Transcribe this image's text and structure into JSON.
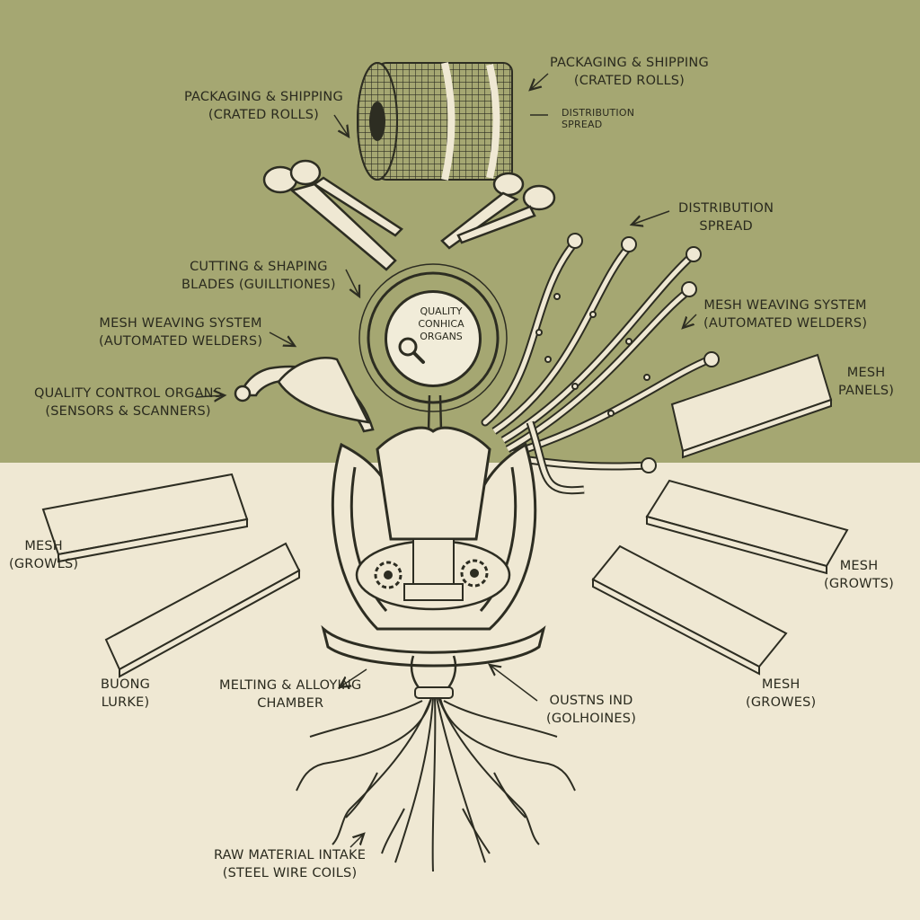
{
  "colors": {
    "top_background": "#a5a772",
    "bottom_background": "#efe8d3",
    "ink": "#2d2d22",
    "paper": "#f1ecd9"
  },
  "labels": {
    "pack_top_right": [
      "PACKAGING & SHIPPING",
      "(CRATED ROLLS)"
    ],
    "pack_left": [
      "PACKAGING & SHIPPING",
      "(CRATED ROLLS)"
    ],
    "distribution_small": [
      "DISTRIBUTION",
      "SPREAD"
    ],
    "distribution": [
      "DISTRIBUTION",
      "SPREAD"
    ],
    "cutting": [
      "CUTTING & SHAPING",
      "BLADES (GUILLTIONES)"
    ],
    "weaving_left": [
      "MESH WEAVING SYSTEM",
      "(AUTOMATED WELDERS)"
    ],
    "weaving_right": [
      "MESH WEAVING SYSTEM",
      "(AUTOMATED WELDERS)"
    ],
    "qc_left": [
      "QUALITY CONTROL ORGANS",
      "(SENSORS & SCANNERS)"
    ],
    "hub": [
      "QUALITY",
      "CONHICA",
      "ORGANS"
    ],
    "mesh_panels": [
      "MESH",
      "PANELS)"
    ],
    "mesh_growls": [
      "MESH",
      "(GROWLS)"
    ],
    "buong_lurke": [
      "BUONG",
      "LURKE)"
    ],
    "mesh_growts": [
      "MESH",
      "(GROWTS)"
    ],
    "mesh_growes": [
      "MESH",
      "(GROWES)"
    ],
    "melting": [
      "MELTING & ALLOYING",
      "CHAMBER"
    ],
    "oustins": [
      "OUSTNS IND",
      "(GOLHOINES)"
    ],
    "raw_material": [
      "RAW MATERIAL INTAKE",
      "(STEEL WIRE COILS)"
    ]
  },
  "icons": [
    "mesh-roll-icon",
    "scissors-icon",
    "magnifier-icon",
    "gear-icon",
    "mesh-panel-icon",
    "roots-icon"
  ]
}
